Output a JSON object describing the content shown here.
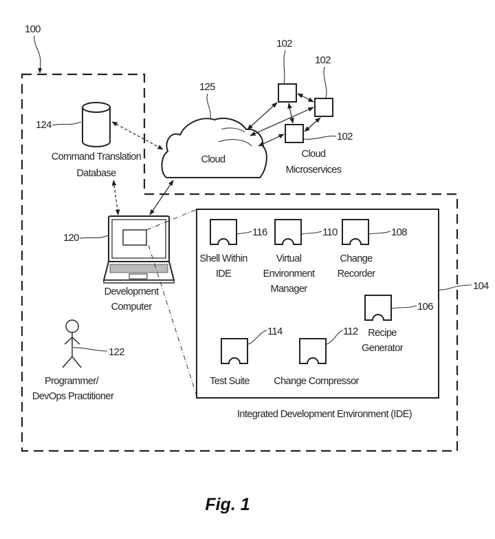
{
  "figure": {
    "caption": "Fig. 1",
    "system_ref": "100"
  },
  "database": {
    "ref": "124",
    "label_line1": "Command Translation",
    "label_line2": "Database"
  },
  "cloud": {
    "ref": "125",
    "label": "Cloud"
  },
  "microservices": {
    "refs": [
      "102",
      "102",
      "102"
    ],
    "label_line1": "Cloud",
    "label_line2": "Microservices"
  },
  "computer": {
    "ref": "120",
    "label_line1": "Development",
    "label_line2": "Computer"
  },
  "user": {
    "ref": "122",
    "label_line1": "Programmer/",
    "label_line2": "DevOps Practitioner"
  },
  "ide": {
    "ref": "104",
    "caption": "Integrated Development Environment (IDE)",
    "components": [
      {
        "ref": "116",
        "lines": [
          "Shell Within",
          "IDE"
        ]
      },
      {
        "ref": "110",
        "lines": [
          "Virtual",
          "Environment",
          "Manager"
        ]
      },
      {
        "ref": "108",
        "lines": [
          "Change",
          "Recorder"
        ]
      },
      {
        "ref": "106",
        "lines": [
          "Recipe",
          "Generator"
        ]
      },
      {
        "ref": "114",
        "lines": [
          "Test Suite"
        ]
      },
      {
        "ref": "112",
        "lines": [
          "Change Compressor"
        ]
      }
    ]
  }
}
